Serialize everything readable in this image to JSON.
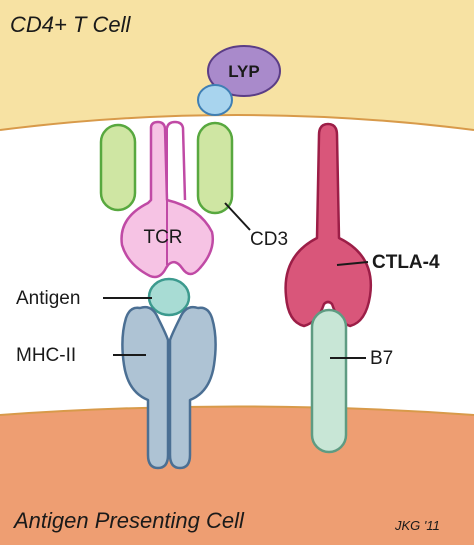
{
  "cells": {
    "top_cell": "CD4+ T Cell",
    "bottom_cell": "Antigen Presenting Cell"
  },
  "molecules": {
    "lyp": "LYP",
    "tcr": "TCR",
    "cd3": "CD3",
    "ctla4": "CTLA-4",
    "antigen": "Antigen",
    "mhc2": "MHC-II",
    "b7": "B7"
  },
  "signature": "JKG '11",
  "colors": {
    "t_cell_fill": "#f7e2a3",
    "apc_fill": "#ee9e72",
    "membrane_outline": "#d89a4a",
    "lyp_fill": "#a98acb",
    "lyp_outline": "#5b3d86",
    "blue_fill": "#a8d4ee",
    "blue_outline": "#3f7fb4",
    "cd3_fill": "#cfe6a3",
    "cd3_outline": "#58a83f",
    "tcr_fill": "#f6c3e4",
    "tcr_outline": "#c04aa5",
    "antigen_fill": "#a8dcd4",
    "antigen_outline": "#3c9a8e",
    "mhc_fill": "#aec3d4",
    "mhc_outline": "#4b6f93",
    "ctla4_fill": "#d9567a",
    "ctla4_outline": "#9c1e47",
    "b7_fill": "#c8e6d6",
    "b7_outline": "#5f9b82"
  }
}
